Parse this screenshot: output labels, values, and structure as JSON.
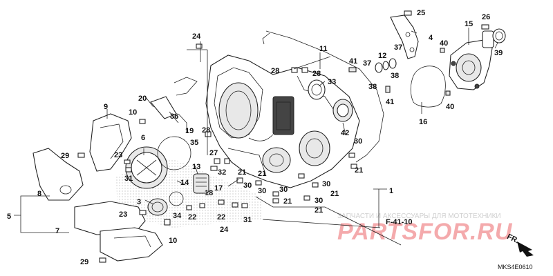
{
  "diagram": {
    "code": "MKS4E0610",
    "reference": "F-41-10",
    "direction": "FR.",
    "watermark": {
      "subtitle": "ЗАПЧАСТИ И АКСЕССУАРЫ ДЛЯ МОТОТЕХНИКИ",
      "logo_text": "PARTSFOR.RU",
      "colors": {
        "logo_red": "#e32229",
        "logo_grey": "#c8c8c8"
      }
    },
    "callouts": [
      "1",
      "3",
      "4",
      "5",
      "6",
      "7",
      "8",
      "9",
      "10",
      "11",
      "12",
      "13",
      "14",
      "15",
      "16",
      "17",
      "18",
      "19",
      "20",
      "21",
      "22",
      "23",
      "24",
      "25",
      "26",
      "27",
      "28",
      "29",
      "30",
      "31",
      "32",
      "33",
      "34",
      "35",
      "36",
      "37",
      "38",
      "39",
      "40",
      "41",
      "42"
    ]
  }
}
